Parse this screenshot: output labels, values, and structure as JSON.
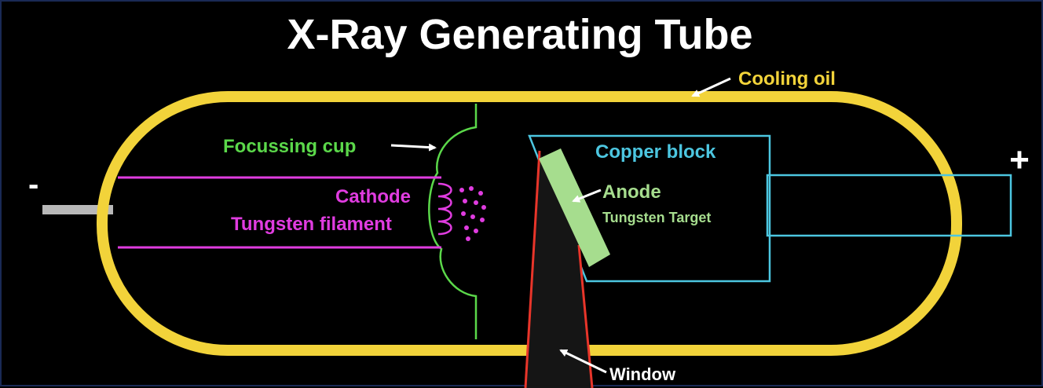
{
  "title": "X-Ray Generating Tube",
  "labels": {
    "cooling_oil": "Cooling oil",
    "focussing_cup": "Focussing cup",
    "copper_block": "Copper block",
    "anode": "Anode",
    "tungsten_target": "Tungsten Target",
    "cathode": "Cathode",
    "tungsten_filament": "Tungsten filament",
    "window": "Window",
    "negative_terminal": "-",
    "positive_terminal": "+"
  },
  "colors": {
    "envelope": "#f2d33a",
    "focussing_cup": "#5bd84a",
    "cathode": "#e03ce0",
    "copper_block": "#4cc6e0",
    "anode": "#a6dd8e",
    "beam": "#e8352a",
    "label_white": "#ffffff"
  }
}
